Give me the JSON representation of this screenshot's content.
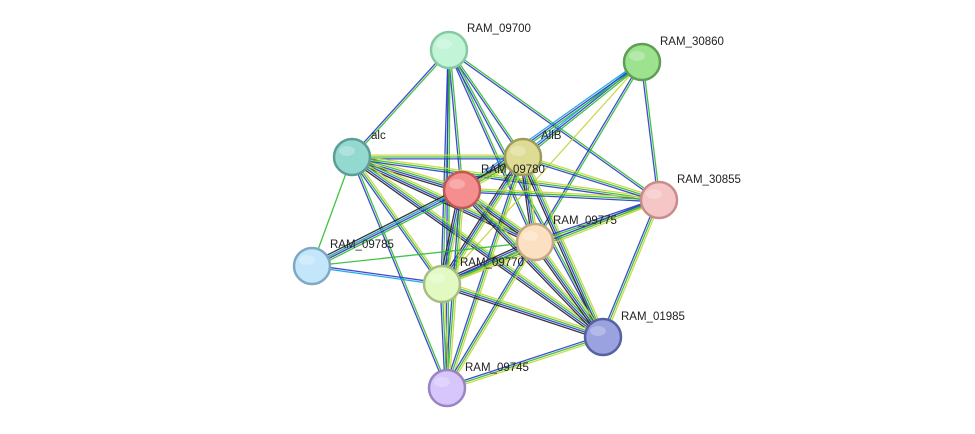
{
  "network": {
    "nodes": [
      {
        "id": "RAM_09700",
        "label": "RAM_09700",
        "fill": "#c2f5d8",
        "stroke": "#86c9a3"
      },
      {
        "id": "RAM_30860",
        "label": "RAM_30860",
        "fill": "#9ce28f",
        "stroke": "#5e9e55"
      },
      {
        "id": "alc",
        "label": "alc",
        "fill": "#93d9d0",
        "stroke": "#5a9e95"
      },
      {
        "id": "AllB",
        "label": "AllB",
        "fill": "#dedb95",
        "stroke": "#9f9c5a"
      },
      {
        "id": "RAM_09780",
        "label": "RAM_09780",
        "fill": "#f58f8f",
        "stroke": "#c05858"
      },
      {
        "id": "RAM_30855",
        "label": "RAM_30855",
        "fill": "#f6c5c5",
        "stroke": "#c98c8c"
      },
      {
        "id": "RAM_09775",
        "label": "RAM_09775",
        "fill": "#fce0c2",
        "stroke": "#c6a782"
      },
      {
        "id": "RAM_09785",
        "label": "RAM_09785",
        "fill": "#c3e6fb",
        "stroke": "#7fa8c2"
      },
      {
        "id": "RAM_09770",
        "label": "RAM_09770",
        "fill": "#e2fac1",
        "stroke": "#a5bf82"
      },
      {
        "id": "RAM_01985",
        "label": "RAM_01985",
        "fill": "#9aa3e0",
        "stroke": "#56619f"
      },
      {
        "id": "RAM_09745",
        "label": "RAM_09745",
        "fill": "#d7c6fb",
        "stroke": "#9a84c4"
      }
    ],
    "edges": [
      {
        "source": "RAM_09700",
        "target": "alc",
        "colors": [
          "#2fbd2f",
          "#2b36c9"
        ]
      },
      {
        "source": "RAM_09700",
        "target": "AllB",
        "colors": [
          "#2fbd2f",
          "#2b36c9"
        ]
      },
      {
        "source": "RAM_09700",
        "target": "RAM_09780",
        "colors": [
          "#2fbd2f",
          "#2b36c9"
        ]
      },
      {
        "source": "RAM_09700",
        "target": "RAM_30855",
        "colors": [
          "#2fbd2f",
          "#2b36c9"
        ]
      },
      {
        "source": "RAM_09700",
        "target": "RAM_09775",
        "colors": [
          "#2fbd2f",
          "#2b36c9"
        ]
      },
      {
        "source": "RAM_09700",
        "target": "RAM_09770",
        "colors": [
          "#2fbd2f",
          "#2b36c9"
        ]
      },
      {
        "source": "RAM_09700",
        "target": "RAM_01985",
        "colors": [
          "#2fbd2f",
          "#2b36c9"
        ]
      },
      {
        "source": "RAM_09700",
        "target": "RAM_09745",
        "colors": [
          "#2fbd2f",
          "#2b36c9"
        ]
      },
      {
        "source": "RAM_30860",
        "target": "AllB",
        "colors": [
          "#2fbd2f",
          "#2b36c9",
          "#15a3e0"
        ]
      },
      {
        "source": "RAM_30860",
        "target": "RAM_09780",
        "colors": [
          "#2fbd2f",
          "#2b36c9",
          "#15a3e0"
        ]
      },
      {
        "source": "RAM_30860",
        "target": "RAM_30855",
        "colors": [
          "#2fbd2f",
          "#2b36c9"
        ]
      },
      {
        "source": "RAM_30860",
        "target": "RAM_09775",
        "colors": [
          "#2fbd2f",
          "#2b36c9"
        ]
      },
      {
        "source": "RAM_30860",
        "target": "RAM_09770",
        "colors": [
          "#c9d43a"
        ]
      },
      {
        "source": "alc",
        "target": "AllB",
        "colors": [
          "#c9d43a",
          "#2fbd2f",
          "#2b36c9"
        ]
      },
      {
        "source": "alc",
        "target": "RAM_09780",
        "colors": [
          "#c9d43a",
          "#2fbd2f",
          "#2b36c9",
          "#222222"
        ]
      },
      {
        "source": "alc",
        "target": "RAM_30855",
        "colors": [
          "#c9d43a",
          "#2fbd2f",
          "#2b36c9"
        ]
      },
      {
        "source": "alc",
        "target": "RAM_09775",
        "colors": [
          "#c9d43a",
          "#2fbd2f",
          "#2b36c9",
          "#222222"
        ]
      },
      {
        "source": "alc",
        "target": "RAM_09785",
        "colors": [
          "#2fbd2f"
        ]
      },
      {
        "source": "alc",
        "target": "RAM_09770",
        "colors": [
          "#c9d43a",
          "#2fbd2f",
          "#2b36c9"
        ]
      },
      {
        "source": "alc",
        "target": "RAM_01985",
        "colors": [
          "#c9d43a",
          "#2fbd2f",
          "#2b36c9",
          "#222222"
        ]
      },
      {
        "source": "alc",
        "target": "RAM_09745",
        "colors": [
          "#2fbd2f",
          "#2b36c9"
        ]
      },
      {
        "source": "AllB",
        "target": "RAM_09780",
        "colors": [
          "#c9d43a",
          "#2fbd2f",
          "#2b36c9",
          "#222222"
        ]
      },
      {
        "source": "AllB",
        "target": "RAM_30855",
        "colors": [
          "#c9d43a",
          "#2fbd2f",
          "#2b36c9"
        ]
      },
      {
        "source": "AllB",
        "target": "RAM_09775",
        "colors": [
          "#c9d43a",
          "#2fbd2f",
          "#2b36c9",
          "#222222"
        ]
      },
      {
        "source": "AllB",
        "target": "RAM_09785",
        "colors": [
          "#c9d43a"
        ]
      },
      {
        "source": "AllB",
        "target": "RAM_09770",
        "colors": [
          "#c9d43a",
          "#2fbd2f",
          "#2b36c9",
          "#222222"
        ]
      },
      {
        "source": "AllB",
        "target": "RAM_01985",
        "colors": [
          "#c9d43a",
          "#2fbd2f",
          "#2b36c9",
          "#222222"
        ]
      },
      {
        "source": "AllB",
        "target": "RAM_09745",
        "colors": [
          "#c9d43a",
          "#2fbd2f",
          "#2b36c9"
        ]
      },
      {
        "source": "RAM_09780",
        "target": "RAM_30855",
        "colors": [
          "#c9d43a",
          "#2fbd2f",
          "#2b36c9"
        ]
      },
      {
        "source": "RAM_09780",
        "target": "RAM_09775",
        "colors": [
          "#c9d43a",
          "#2fbd2f",
          "#2b36c9",
          "#222222"
        ]
      },
      {
        "source": "RAM_09780",
        "target": "RAM_09785",
        "colors": [
          "#2fbd2f",
          "#2b36c9",
          "#15a3e0",
          "#222222"
        ]
      },
      {
        "source": "RAM_09780",
        "target": "RAM_09770",
        "colors": [
          "#c9d43a",
          "#2fbd2f",
          "#2b36c9",
          "#222222"
        ]
      },
      {
        "source": "RAM_09780",
        "target": "RAM_01985",
        "colors": [
          "#c9d43a",
          "#2fbd2f",
          "#2b36c9",
          "#222222"
        ]
      },
      {
        "source": "RAM_09780",
        "target": "RAM_09745",
        "colors": [
          "#c9d43a",
          "#2fbd2f",
          "#2b36c9"
        ]
      },
      {
        "source": "RAM_30855",
        "target": "RAM_09775",
        "colors": [
          "#c9d43a",
          "#2fbd2f",
          "#2b36c9"
        ]
      },
      {
        "source": "RAM_30855",
        "target": "RAM_09770",
        "colors": [
          "#c9d43a",
          "#2fbd2f",
          "#2b36c9"
        ]
      },
      {
        "source": "RAM_30855",
        "target": "RAM_01985",
        "colors": [
          "#c9d43a",
          "#2fbd2f",
          "#2b36c9"
        ]
      },
      {
        "source": "RAM_09775",
        "target": "RAM_09785",
        "colors": [
          "#2fbd2f"
        ]
      },
      {
        "source": "RAM_09775",
        "target": "RAM_09770",
        "colors": [
          "#c9d43a",
          "#2fbd2f",
          "#2b36c9",
          "#222222"
        ]
      },
      {
        "source": "RAM_09775",
        "target": "RAM_01985",
        "colors": [
          "#c9d43a",
          "#2fbd2f",
          "#2b36c9",
          "#222222"
        ]
      },
      {
        "source": "RAM_09775",
        "target": "RAM_09745",
        "colors": [
          "#c9d43a",
          "#2fbd2f",
          "#2b36c9"
        ]
      },
      {
        "source": "RAM_09785",
        "target": "RAM_09770",
        "colors": [
          "#2b36c9",
          "#15a3e0"
        ]
      },
      {
        "source": "RAM_09770",
        "target": "RAM_01985",
        "colors": [
          "#c9d43a",
          "#2fbd2f",
          "#2b36c9",
          "#222222"
        ]
      },
      {
        "source": "RAM_09770",
        "target": "RAM_09745",
        "colors": [
          "#c9d43a",
          "#2fbd2f",
          "#2b36c9"
        ]
      },
      {
        "source": "RAM_01985",
        "target": "RAM_09745",
        "colors": [
          "#c9d43a",
          "#2fbd2f",
          "#2b36c9"
        ]
      }
    ]
  }
}
